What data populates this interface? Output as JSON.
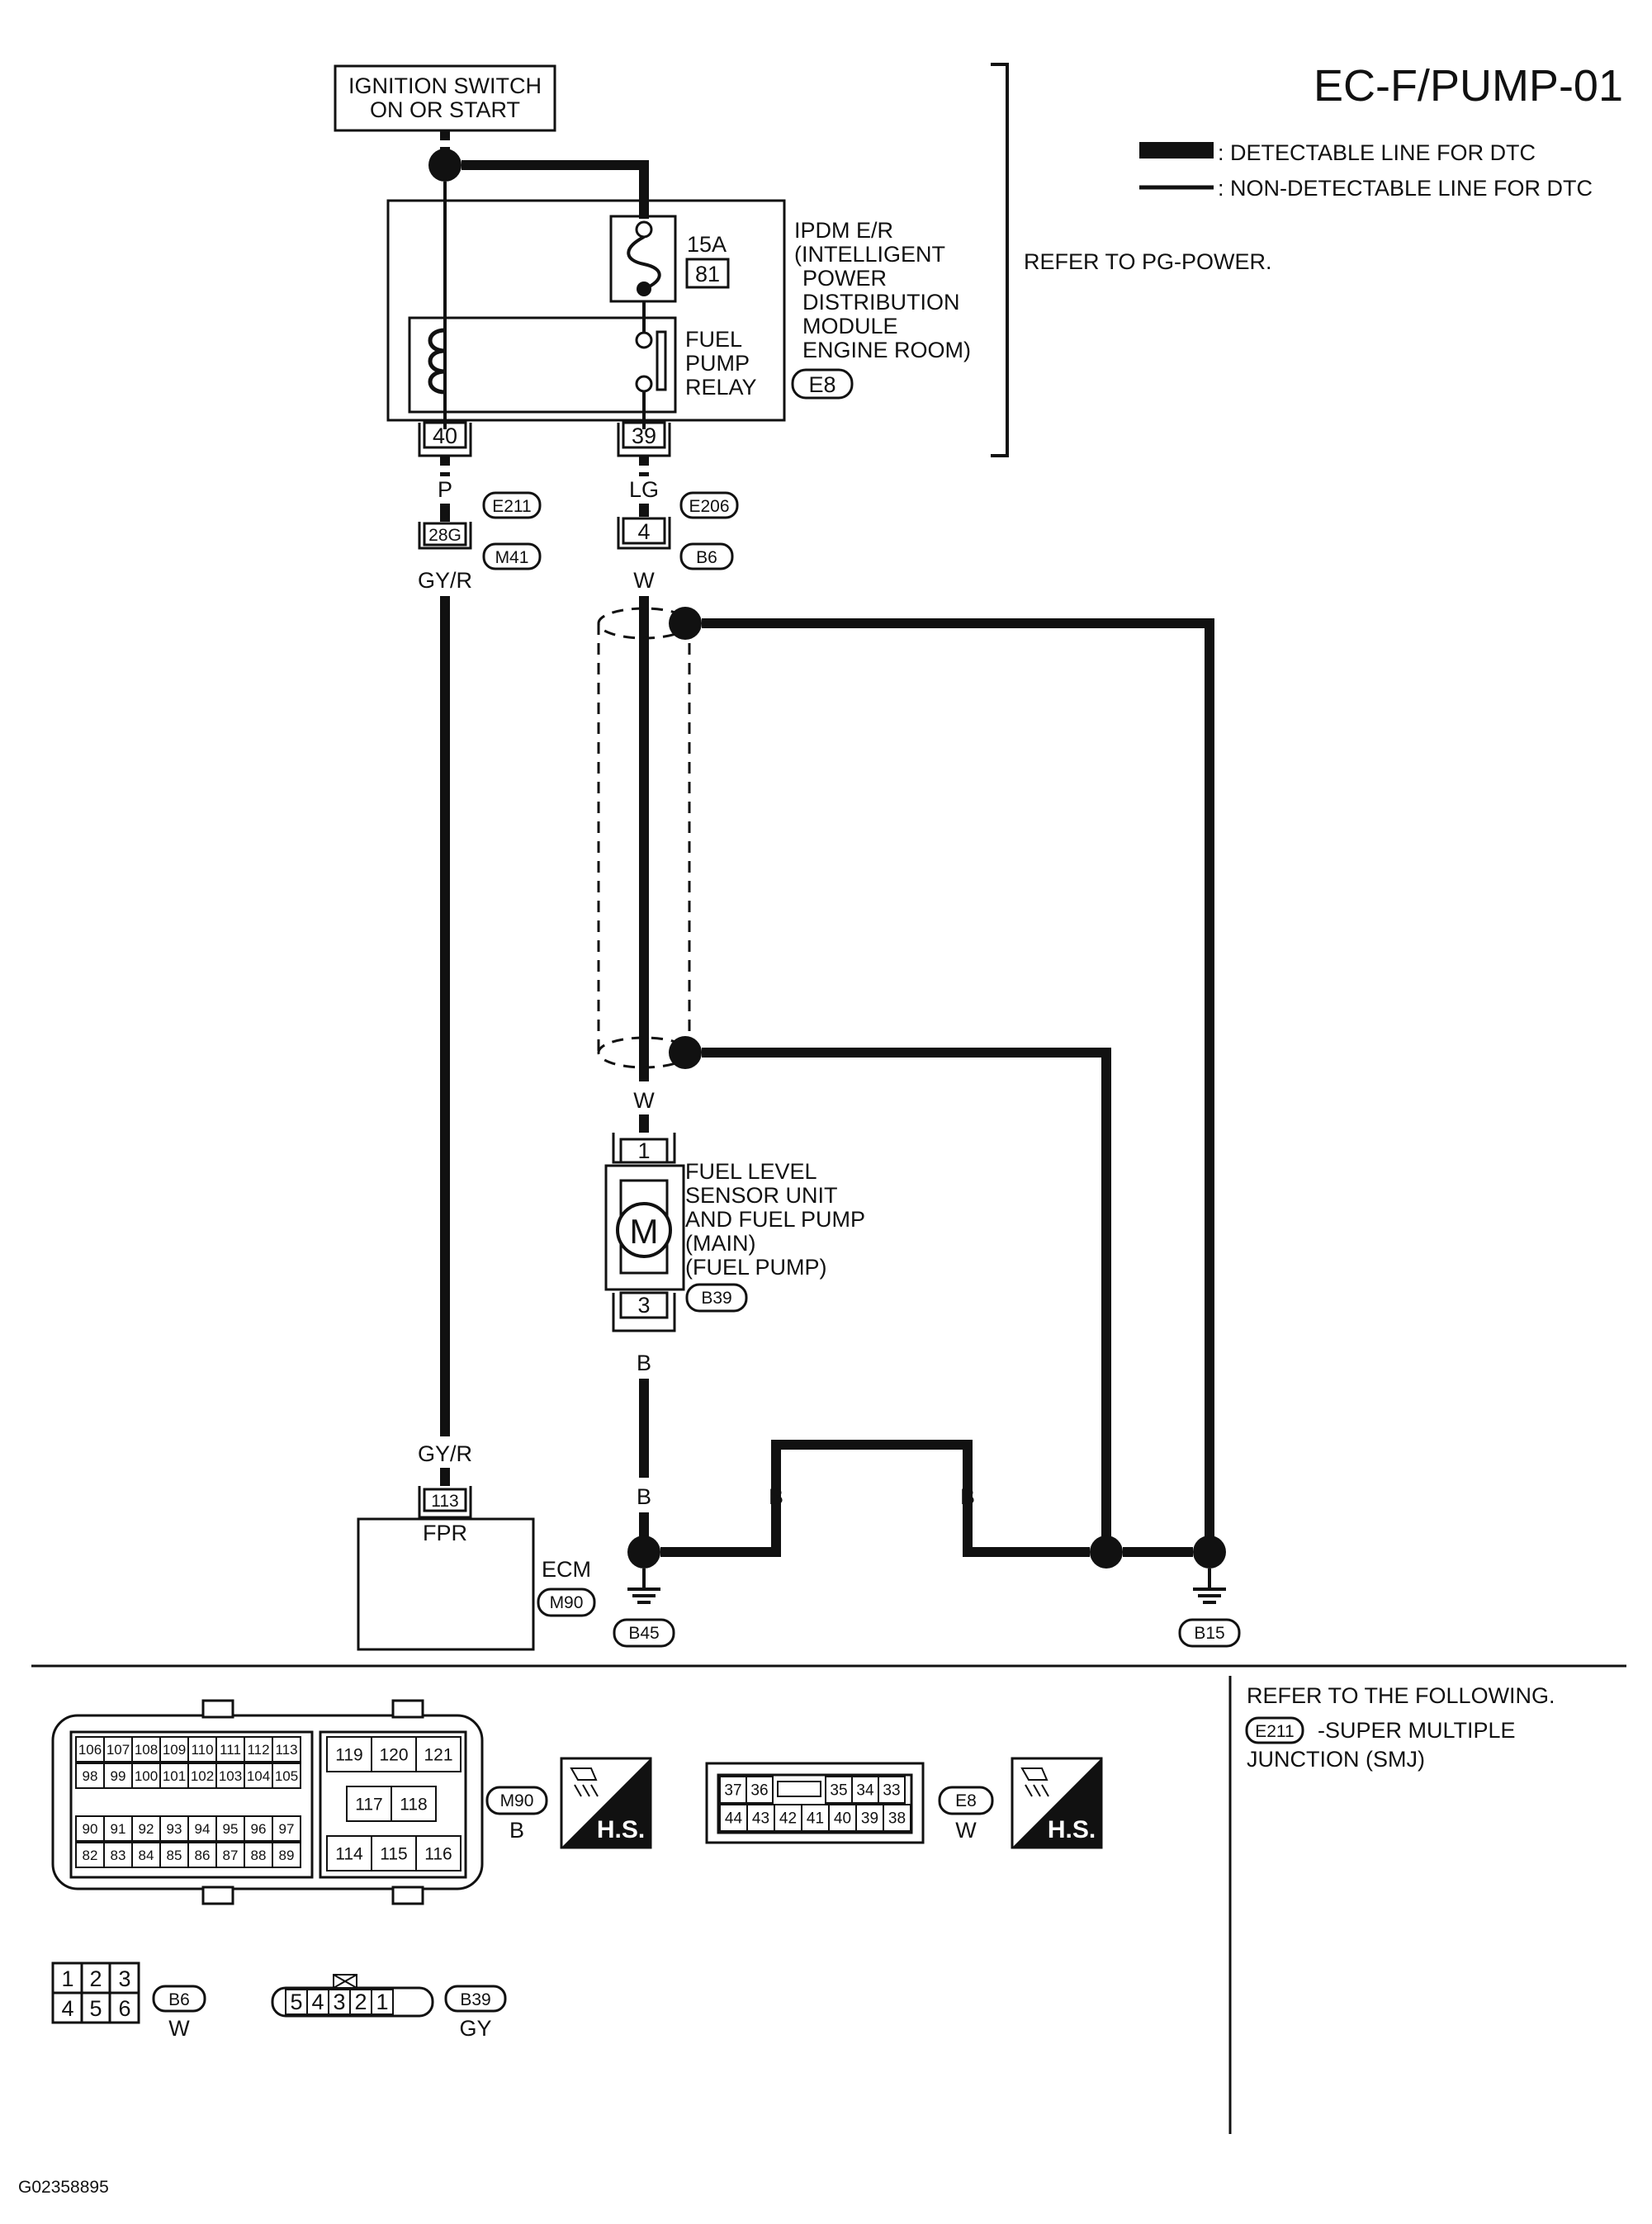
{
  "title": "EC-F/PUMP-01",
  "legend": {
    "detectable": ": DETECTABLE LINE FOR DTC",
    "non_detectable": ": NON-DETECTABLE LINE FOR DTC"
  },
  "refer_power": "REFER TO PG-POWER.",
  "ignition": {
    "line1": "IGNITION SWITCH",
    "line2": "ON OR START"
  },
  "fuse": {
    "amps": "15A",
    "number": "81"
  },
  "ipdm": {
    "lines": [
      "IPDM E/R",
      "(INTELLIGENT",
      "POWER",
      "DISTRIBUTION",
      "MODULE",
      "ENGINE ROOM)"
    ],
    "connector": "E8"
  },
  "relay": {
    "lines": [
      "FUEL",
      "PUMP",
      "RELAY"
    ]
  },
  "pins": {
    "p40": "40",
    "p39": "39",
    "p28g": "28G",
    "p4": "4",
    "p1": "1",
    "p3": "3",
    "p113": "113"
  },
  "wires": {
    "p": "P",
    "gyr": "GY/R",
    "lg": "LG",
    "w": "W",
    "b": "B"
  },
  "connectors": {
    "e211": "E211",
    "m41": "M41",
    "e206": "E206",
    "b6": "B6",
    "b39": "B39",
    "m90": "M90",
    "b45": "B45",
    "b15": "B15"
  },
  "fuel_pump": {
    "lines": [
      "FUEL LEVEL",
      "SENSOR UNIT",
      "AND FUEL PUMP",
      "(MAIN)",
      "(FUEL PUMP)"
    ],
    "motor": "M"
  },
  "ecm": {
    "label": "ECM",
    "fpr": "FPR"
  },
  "refer_following": {
    "line1": "REFER TO THE FOLLOWING.",
    "item_tag": "E211",
    "item_text": "-SUPER MULTIPLE",
    "item_text2": "JUNCTION (SMJ)"
  },
  "m90_connector": {
    "row1": [
      "106",
      "107",
      "108",
      "109",
      "110",
      "111",
      "112",
      "113"
    ],
    "row2": [
      "98",
      "99",
      "100",
      "101",
      "102",
      "103",
      "104",
      "105"
    ],
    "row3": [
      "90",
      "91",
      "92",
      "93",
      "94",
      "95",
      "96",
      "97"
    ],
    "row4": [
      "82",
      "83",
      "84",
      "85",
      "86",
      "87",
      "88",
      "89"
    ],
    "mid_top": [
      "119",
      "120",
      "121"
    ],
    "mid_mid": [
      "117",
      "118"
    ],
    "mid_bot": [
      "114",
      "115",
      "116"
    ],
    "color": "B"
  },
  "e8_connector": {
    "row1": [
      "37",
      "36",
      "",
      "35",
      "34",
      "33"
    ],
    "row2": [
      "44",
      "43",
      "42",
      "41",
      "40",
      "39",
      "38"
    ],
    "color": "W"
  },
  "b6_connector": {
    "row1": [
      "1",
      "2",
      "3"
    ],
    "row2": [
      "4",
      "5",
      "6"
    ],
    "color": "W"
  },
  "b39_connector": {
    "pins": [
      "5",
      "4",
      "3",
      "2",
      "1"
    ],
    "color": "GY"
  },
  "hs_badge": "H.S.",
  "image_code": "G02358895"
}
